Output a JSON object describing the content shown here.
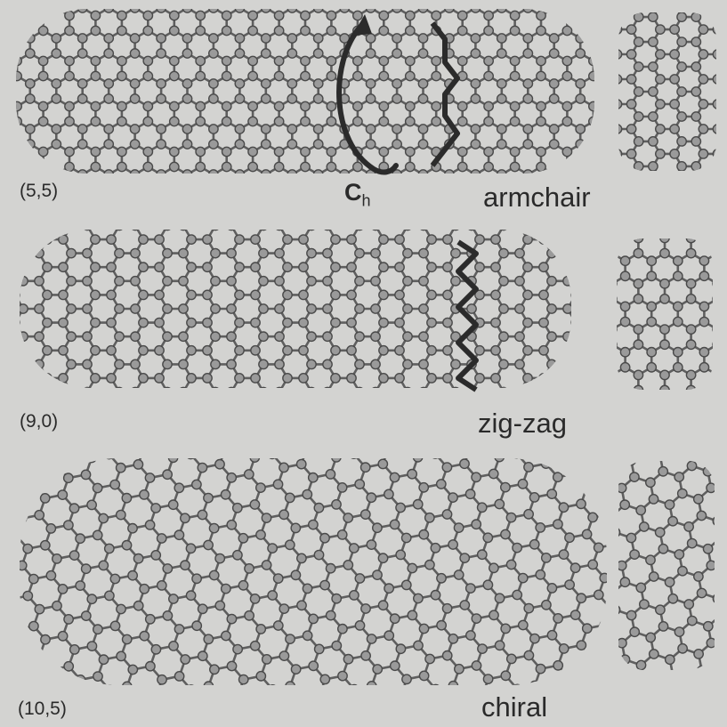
{
  "figure": {
    "colors": {
      "background": "#d3d3d1",
      "bond": "#5f5f5f",
      "atom_fill": "#9a9a9a",
      "atom_stroke": "#4a4a4a",
      "highlight": "#2b2b2b"
    },
    "tubes": [
      {
        "key": "armchair",
        "index": "(5,5)",
        "type_name": "armchair",
        "highlight": "armchair-edge"
      },
      {
        "key": "zigzag",
        "index": "(9,0)",
        "type_name": "zig-zag",
        "highlight": "zigzag-edge"
      },
      {
        "key": "chiral",
        "index": "(10,5)",
        "type_name": "chiral",
        "highlight": "none"
      }
    ],
    "chiral_vector": {
      "symbol": "C",
      "subscript": "h",
      "icon": "curved-arrow-icon"
    }
  }
}
